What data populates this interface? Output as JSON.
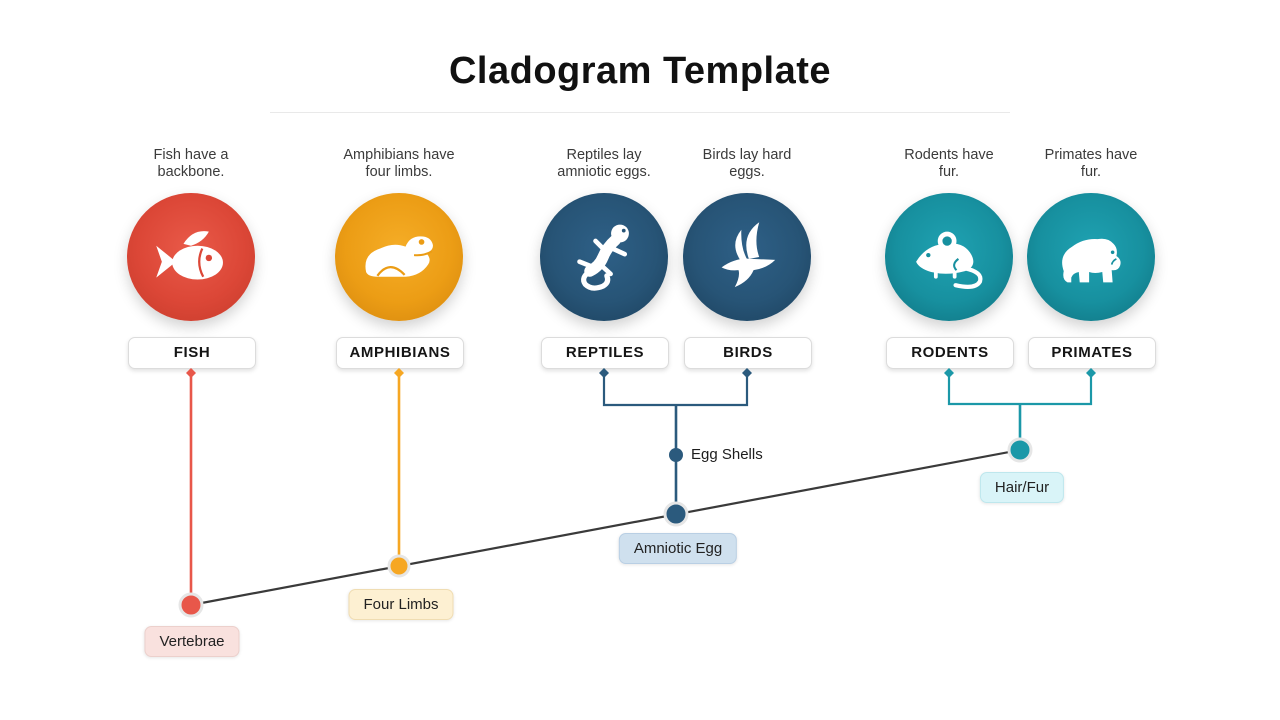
{
  "title": "Cladogram Template",
  "groups": [
    {
      "label": "FISH",
      "description": "Fish have a\nbackbone.",
      "icon": "fish-icon",
      "color": "#dc4737"
    },
    {
      "label": "AMPHIBIANS",
      "description": "Amphibians have\nfour limbs.",
      "icon": "frog-icon",
      "color": "#eb9c14"
    },
    {
      "label": "REPTILES",
      "description": "Reptiles lay\namniotic eggs.",
      "icon": "lizard-icon",
      "color": "#275476"
    },
    {
      "label": "BIRDS",
      "description": "Birds lay hard\neggs.",
      "icon": "dove-icon",
      "color": "#275476"
    },
    {
      "label": "RODENTS",
      "description": "Rodents have\nfur.",
      "icon": "mouse-icon",
      "color": "#17909f"
    },
    {
      "label": "PRIMATES",
      "description": "Primates have\nfur.",
      "icon": "gorilla-icon",
      "color": "#17909f"
    }
  ],
  "traits": [
    {
      "label": "Vertebrae",
      "color": "#e8574a"
    },
    {
      "label": "Four Limbs",
      "color": "#f6a723"
    },
    {
      "label": "Amniotic Egg",
      "color": "#2b5a7d"
    },
    {
      "label": "Egg Shells",
      "color": "#2b5a7d"
    },
    {
      "label": "Hair/Fur",
      "color": "#1b98a8"
    }
  ],
  "colors": {
    "timeline": "#3a3a3a",
    "background": "#ffffff",
    "node_ring": "#e6e6e6"
  }
}
